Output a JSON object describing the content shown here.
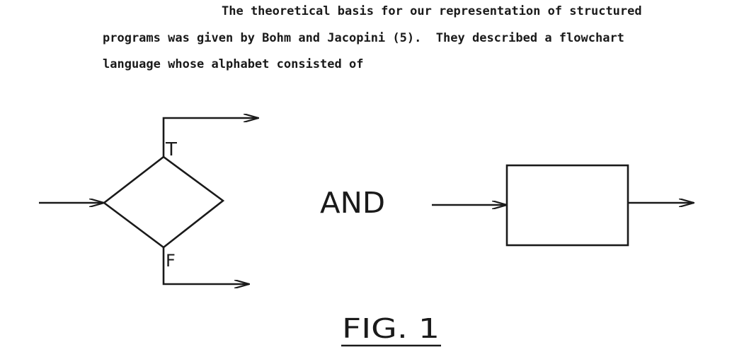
{
  "text": {
    "line_1": "The theoretical basis for our representation of structured",
    "line_2": "programs was given by Bohm and Jacopini (5).  They described a flowchart",
    "line_3": "language whose alphabet consisted of"
  },
  "figure": {
    "decision_true_label": "T",
    "decision_false_label": "F",
    "connector_word": "AND",
    "caption": "FIG. 1"
  }
}
